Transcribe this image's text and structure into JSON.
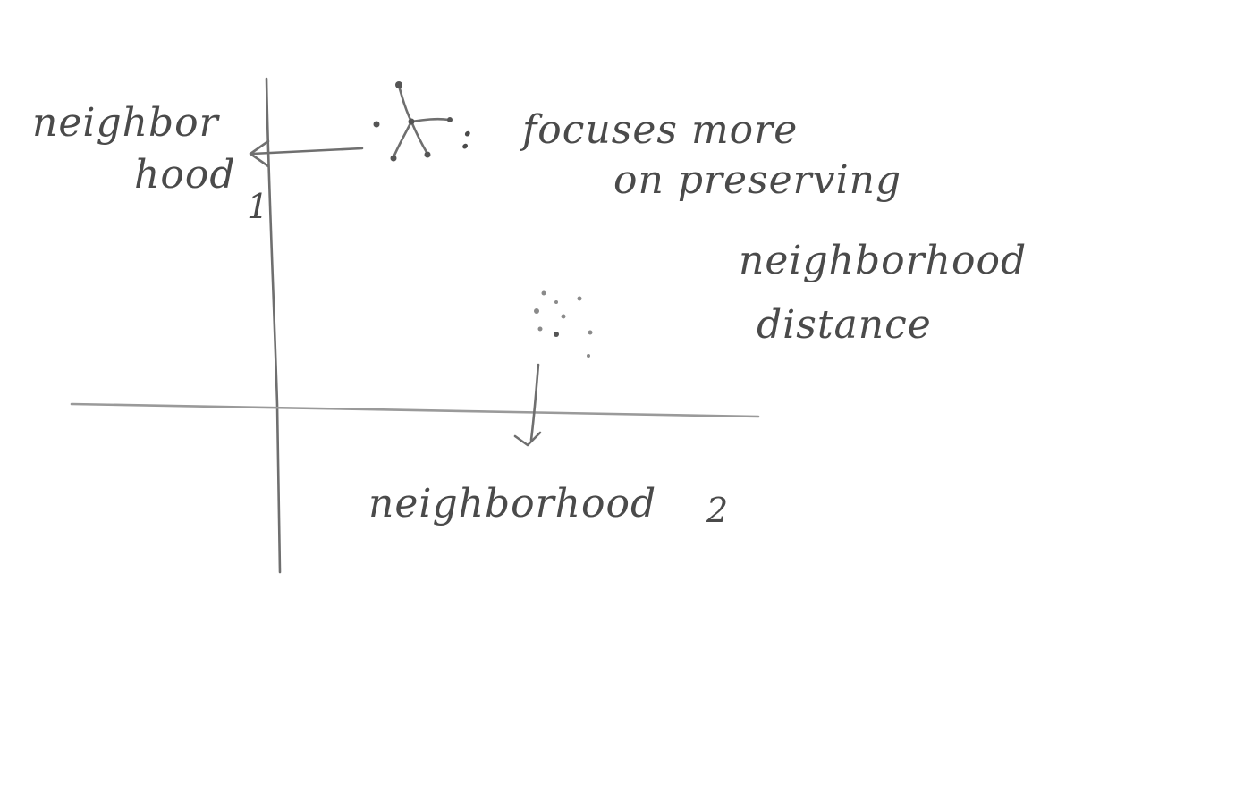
{
  "axes": {
    "y_label_line1": "neighbor",
    "y_label_line2": "hood",
    "y_label_index": "1",
    "x_label": "neighborhood",
    "x_label_index": "2"
  },
  "annotation": {
    "colon": ":",
    "line1": "focuses more",
    "line2": "on preserving",
    "line3": "neighborhood",
    "line4": "distance"
  },
  "colors": {
    "pencil": "#6f6f6f",
    "pencil_light": "#9a9a9a",
    "text": "#4a4a4a"
  }
}
